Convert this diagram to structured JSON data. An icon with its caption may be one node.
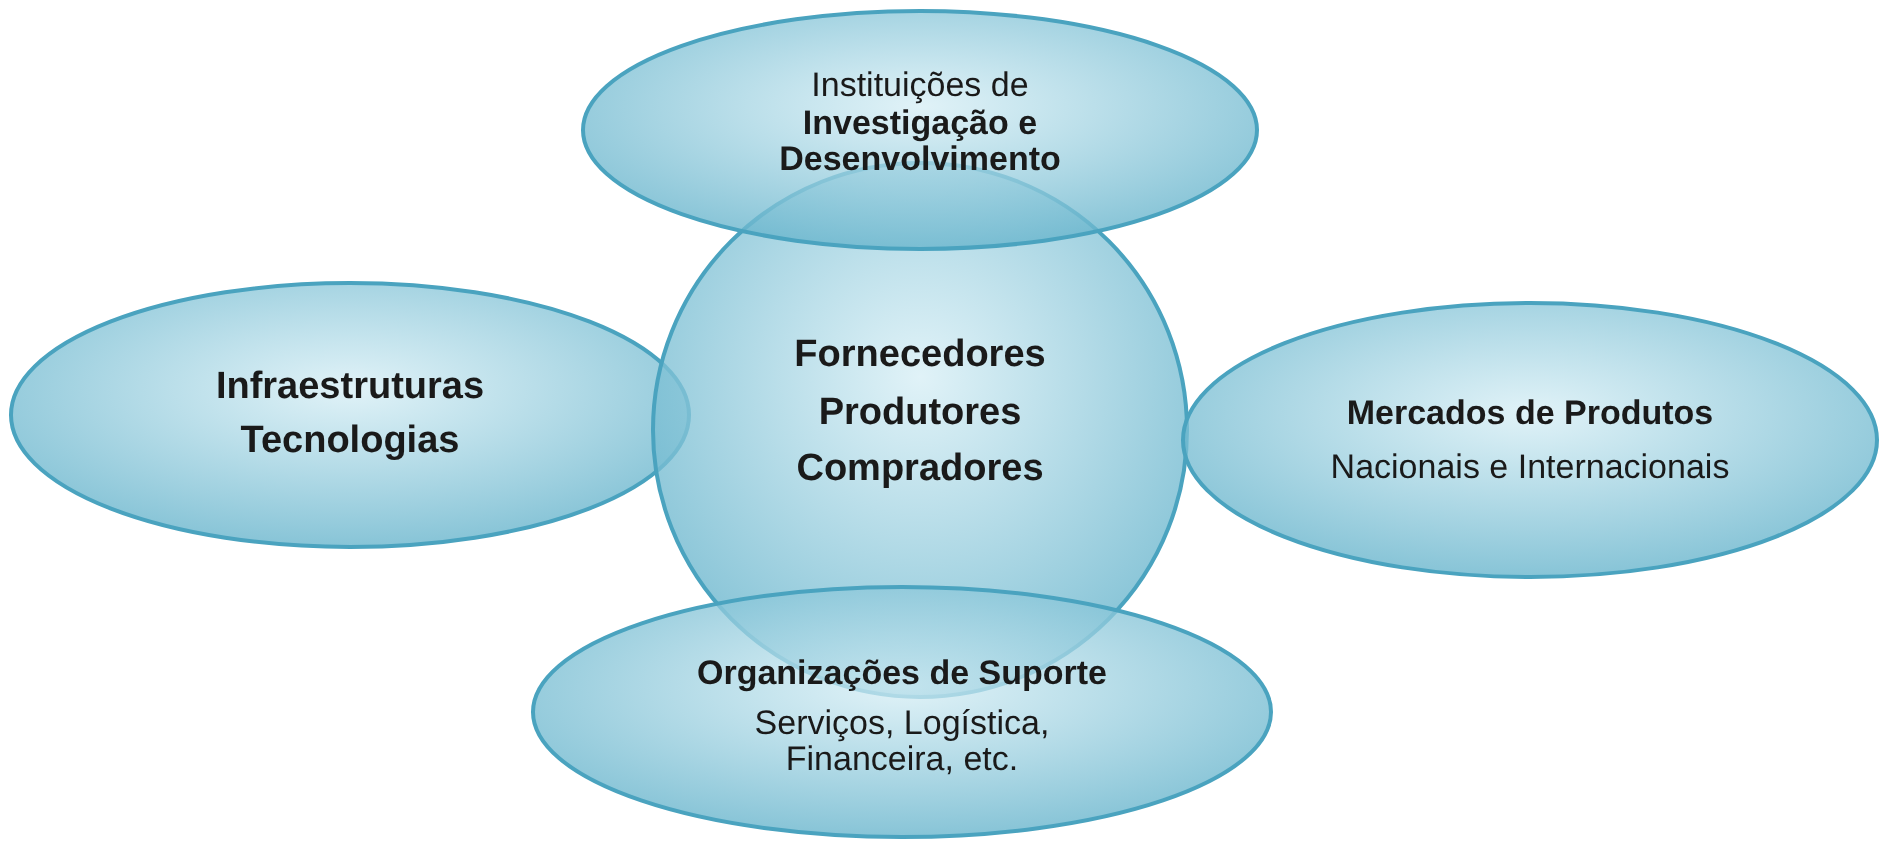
{
  "diagram": {
    "nodes": [
      {
        "text": [
          "Fornecedores",
          "Produtores",
          "Compradores"
        ]
      },
      {
        "text": [
          "Instituições de **Investigação e Desenvolvimento**"
        ]
      },
      {
        "text": [
          "Infraestruturas",
          "Tecnologias"
        ]
      },
      {
        "text": [
          "Mercados de Produtos",
          "Nacionais e Internacionais"
        ]
      },
      {
        "text": [
          "Organizações de Suporte",
          "Serviços, Logística, Financeira, etc."
        ]
      }
    ]
  }
}
